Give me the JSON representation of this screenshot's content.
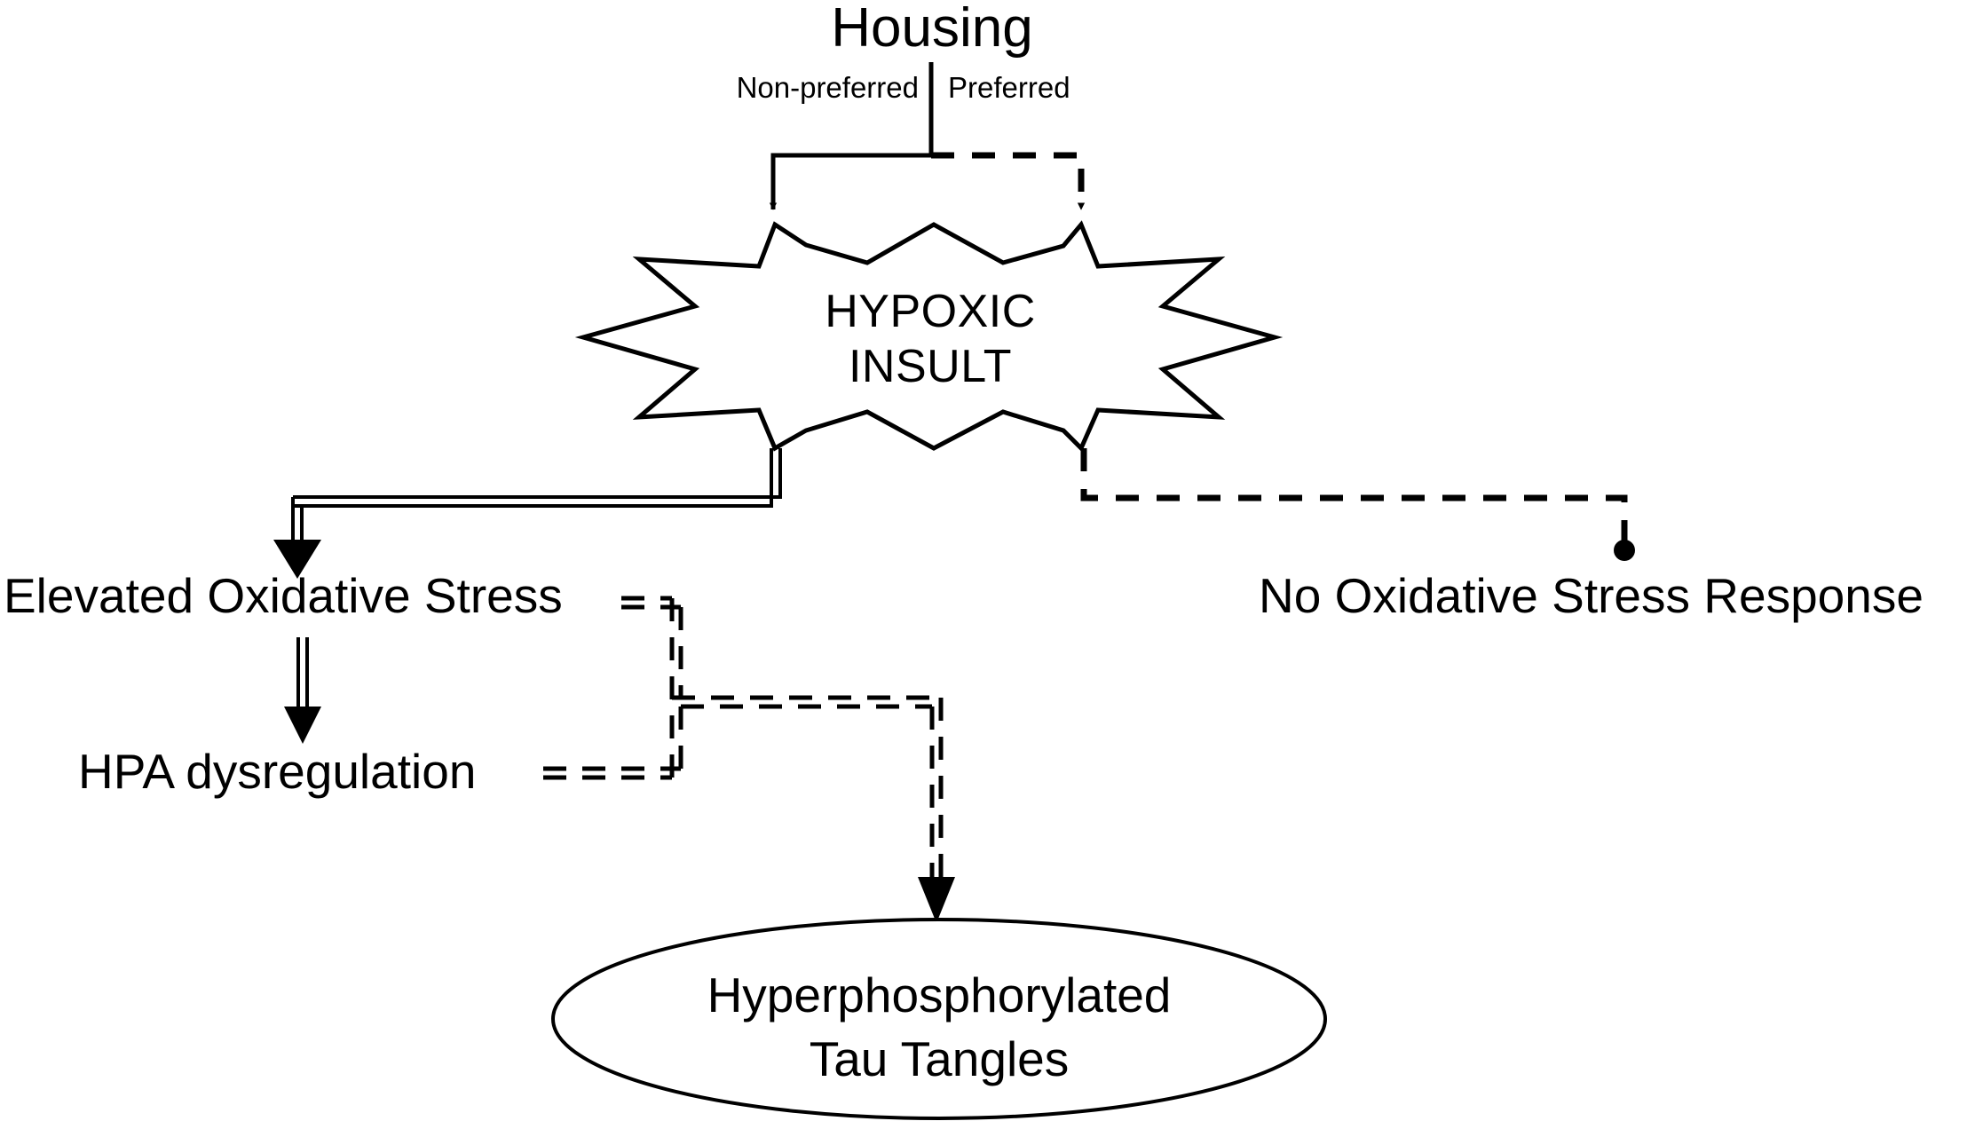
{
  "diagram": {
    "title": "Housing",
    "branches": [
      {
        "id": "non-preferred",
        "label": "Non-preferred",
        "line_style": "solid"
      },
      {
        "id": "preferred",
        "label": "Preferred",
        "line_style": "dashed"
      }
    ],
    "nodes": [
      {
        "id": "hypoxic-insult",
        "shape": "starburst",
        "label_line1": "HYPOXIC",
        "label_line2": "INSULT"
      },
      {
        "id": "elevated-oxidative-stress",
        "shape": "text",
        "label": "Elevated Oxidative Stress"
      },
      {
        "id": "no-oxidative-stress-response",
        "shape": "text",
        "label": "No Oxidative Stress Response"
      },
      {
        "id": "hpa-dysregulation",
        "shape": "text",
        "label": "HPA dysregulation"
      },
      {
        "id": "hyperphosphorylated-tau-tangles",
        "shape": "ellipse",
        "label_line1": "Hyperphosphorylated",
        "label_line2": "Tau Tangles"
      }
    ],
    "edges": [
      {
        "id": "housing-to-insult-nonpreferred",
        "from": "Housing",
        "to": "HYPOXIC INSULT",
        "style": "solid",
        "terminator": "arrow"
      },
      {
        "id": "housing-to-insult-preferred",
        "from": "Housing",
        "to": "HYPOXIC INSULT",
        "style": "dashed",
        "terminator": "arrow"
      },
      {
        "id": "insult-to-elevated-oxidative-stress",
        "from": "HYPOXIC INSULT",
        "to": "Elevated Oxidative Stress",
        "style": "double-solid",
        "terminator": "arrow"
      },
      {
        "id": "insult-to-no-oxidative-stress-response",
        "from": "HYPOXIC INSULT",
        "to": "No Oxidative Stress Response",
        "style": "dashed",
        "terminator": "ball"
      },
      {
        "id": "oxidative-stress-to-hpa",
        "from": "Elevated Oxidative Stress",
        "to": "HPA dysregulation",
        "style": "double-solid",
        "terminator": "arrow"
      },
      {
        "id": "oxidative-stress-to-tau",
        "from": "Elevated Oxidative Stress",
        "to": "Hyperphosphorylated Tau Tangles",
        "style": "double-dashed",
        "terminator": "arrow"
      },
      {
        "id": "hpa-to-tau",
        "from": "HPA dysregulation",
        "to": "Hyperphosphorylated Tau Tangles",
        "style": "double-dashed",
        "terminator": "arrow"
      }
    ],
    "colors": {
      "background": "#ffffff",
      "stroke": "#000000",
      "text": "#000000"
    }
  }
}
